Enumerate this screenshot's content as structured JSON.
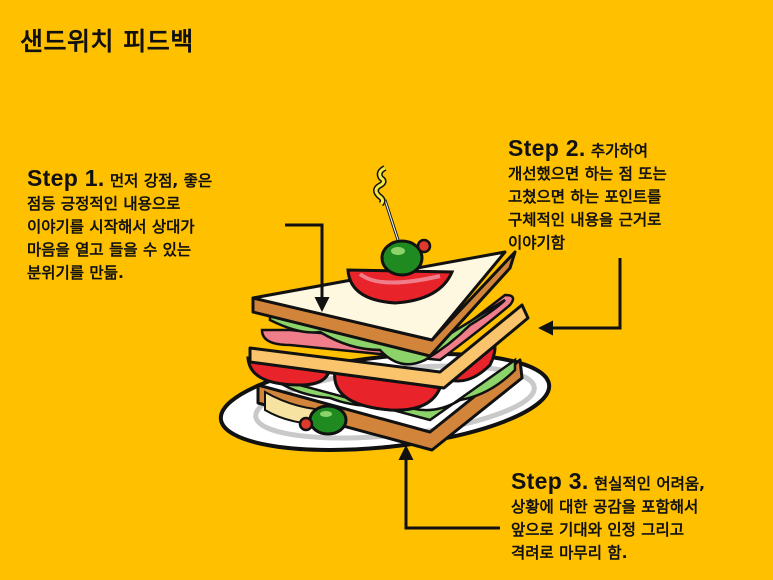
{
  "slide": {
    "title": "샌드위치 피드백",
    "background_color": "#FFC000"
  },
  "steps": [
    {
      "label": "Step 1.",
      "text": " 먼저 강점, 좋은\n점등 긍정적인 내용으로\n이야기를 시작해서 상대가\n마음을 열고 들을 수 있는\n분위기를 만듦."
    },
    {
      "label": "Step 2.",
      "text": " 추가하여\n개선했으면 하는 점 또는\n고쳤으면 하는 포인트를\n구체적인 내용을 근거로\n이야기함"
    },
    {
      "label": "Step 3.",
      "text": " 현실적인 어려움,\n상황에 대한 공감을 포함해서\n앞으로 기대와 인정 그리고\n격려로 마무리 함."
    }
  ],
  "illustration": {
    "subject": "sandwich-on-plate",
    "colors": {
      "bread": "#FFF8E1",
      "crust": "#D2853A",
      "cheese": "#F9C46B",
      "tomato": "#E8232A",
      "lettuce": "#8CD46A",
      "ham": "#F07E8A",
      "olive": "#1F8A1F",
      "pimento": "#E03A2E",
      "plate": "#FFFFFF",
      "toothpick_frill": "#F4E842"
    }
  }
}
